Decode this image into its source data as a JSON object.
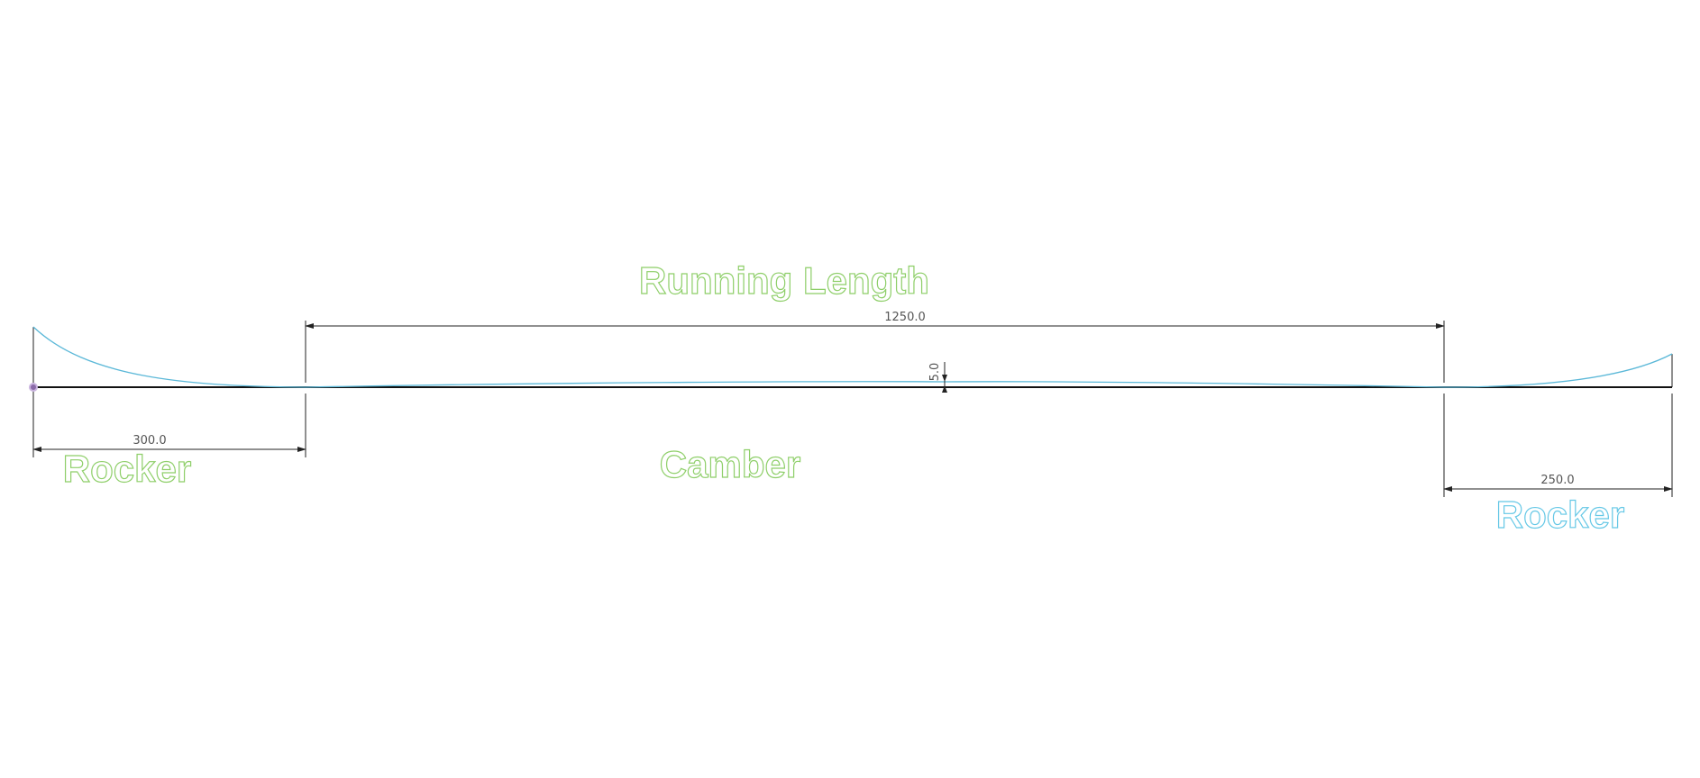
{
  "diagram": {
    "colors": {
      "profile": "#5bb8d8",
      "baseline": "#111111",
      "dimension": "#222222",
      "label_green": "#8fcf6a",
      "label_blue": "#66c8e6",
      "origin_point": "#8a6aa8"
    },
    "labels": {
      "running_length": "Running Length",
      "camber": "Camber",
      "rocker_left": "Rocker",
      "rocker_right": "Rocker"
    },
    "dimensions": {
      "running_length": "1250.0",
      "rocker_left": "300.0",
      "rocker_right": "250.0",
      "camber_height": "5.0"
    }
  }
}
